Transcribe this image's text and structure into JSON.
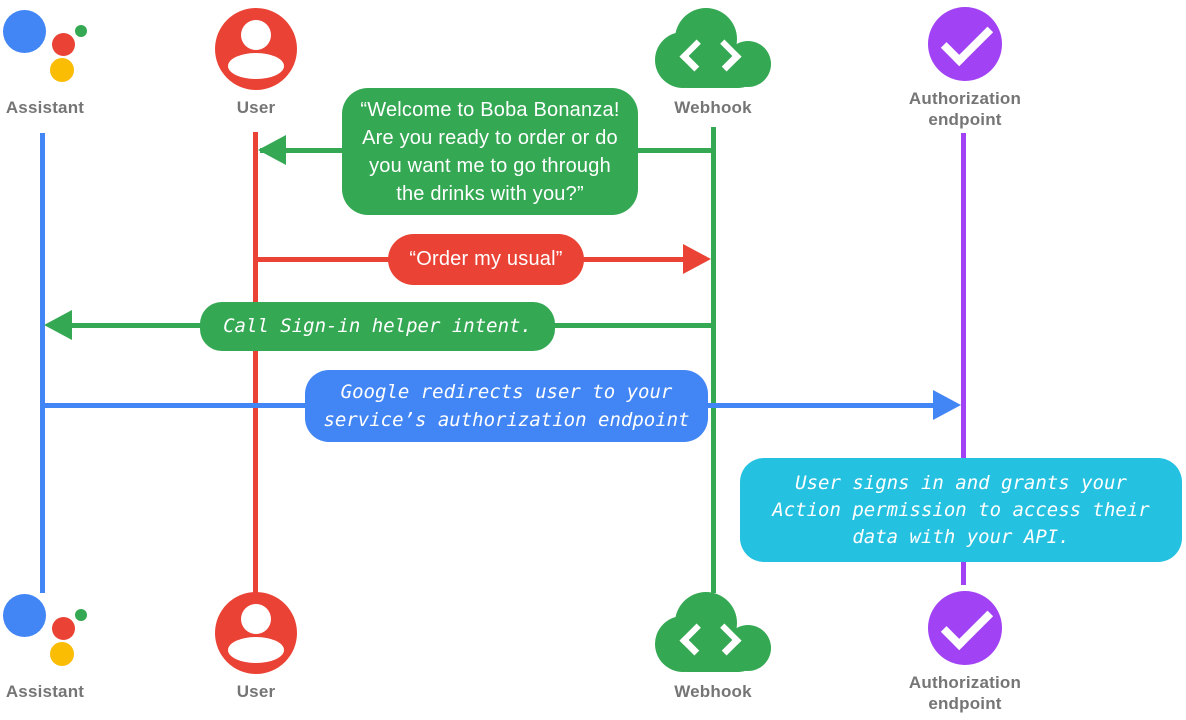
{
  "diagram": {
    "title_hint": "Account linking sequence diagram",
    "palette": {
      "google_blue": "#4285F4",
      "google_red": "#EA4335",
      "google_green": "#34A853",
      "google_yellow": "#FBBC04",
      "purple": "#A142F4",
      "cyan": "#24C1E0",
      "label_gray": "#757575"
    },
    "actors": {
      "assistant": {
        "label": "Assistant",
        "icon": "google-assistant-logo",
        "color": "#4285F4"
      },
      "user": {
        "label": "User",
        "icon": "person-icon",
        "color": "#EA4335"
      },
      "webhook": {
        "label": "Webhook",
        "icon": "cloud-code-icon",
        "color": "#34A853"
      },
      "auth": {
        "label": "Authorization endpoint",
        "icon": "check-circle-icon",
        "color": "#A142F4"
      }
    },
    "messages": {
      "welcome": {
        "from": "Webhook",
        "to": "User",
        "color": "#34A853",
        "lines": [
          "“Welcome to Boba Bonanza!",
          "Are you ready to order or do",
          "you want me to go through",
          "the drinks with you?”"
        ]
      },
      "order": {
        "from": "User",
        "to": "Webhook",
        "color": "#EA4335",
        "text": "“Order my usual”"
      },
      "signin": {
        "from": "Webhook",
        "to": "Assistant",
        "color": "#34A853",
        "text": "Call Sign-in helper intent."
      },
      "redirect": {
        "from": "Assistant",
        "to": "Authorization endpoint",
        "color": "#4285F4",
        "lines": [
          "Google redirects user to your",
          "service’s authorization endpoint"
        ]
      },
      "grant": {
        "anchored_to": "Authorization endpoint",
        "color": "#24C1E0",
        "lines": [
          "User signs in and grants your",
          "Action permission to access their",
          "data with your API."
        ]
      }
    }
  }
}
